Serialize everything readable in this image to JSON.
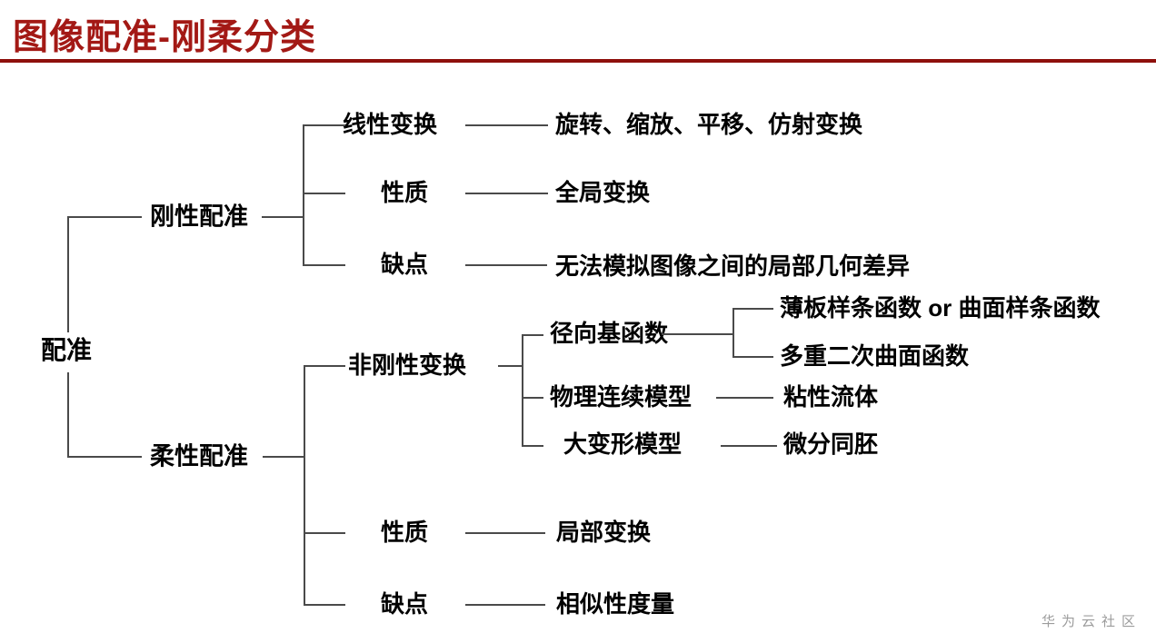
{
  "page": {
    "title": "图像配准-刚柔分类",
    "watermark": "华为云社区"
  },
  "colors": {
    "accent": "#A31915",
    "rule": "#8E100C",
    "text": "#000000",
    "line": "#4A4A4A",
    "watermark": "#9C9C9C",
    "background": "#FFFFFF"
  },
  "tree": {
    "root": {
      "label": "配准"
    },
    "rigid": {
      "label": "刚性配准",
      "children": [
        {
          "label": "线性变换",
          "value": "旋转、缩放、平移、仿射变换"
        },
        {
          "label": "性质",
          "value": "全局变换"
        },
        {
          "label": "缺点",
          "value": "无法模拟图像之间的局部几何差异"
        }
      ]
    },
    "flexible": {
      "label": "柔性配准",
      "children": [
        {
          "label": "非刚性变换",
          "children": [
            {
              "label": "径向基函数",
              "children": [
                {
                  "label": "薄板样条函数 or 曲面样条函数"
                },
                {
                  "label": "多重二次曲面函数"
                }
              ]
            },
            {
              "label": "物理连续模型",
              "value": "粘性流体"
            },
            {
              "label": "大变形模型",
              "value": "微分同胚"
            }
          ]
        },
        {
          "label": "性质",
          "value": "局部变换"
        },
        {
          "label": "缺点",
          "value": "相似性度量"
        }
      ]
    }
  }
}
